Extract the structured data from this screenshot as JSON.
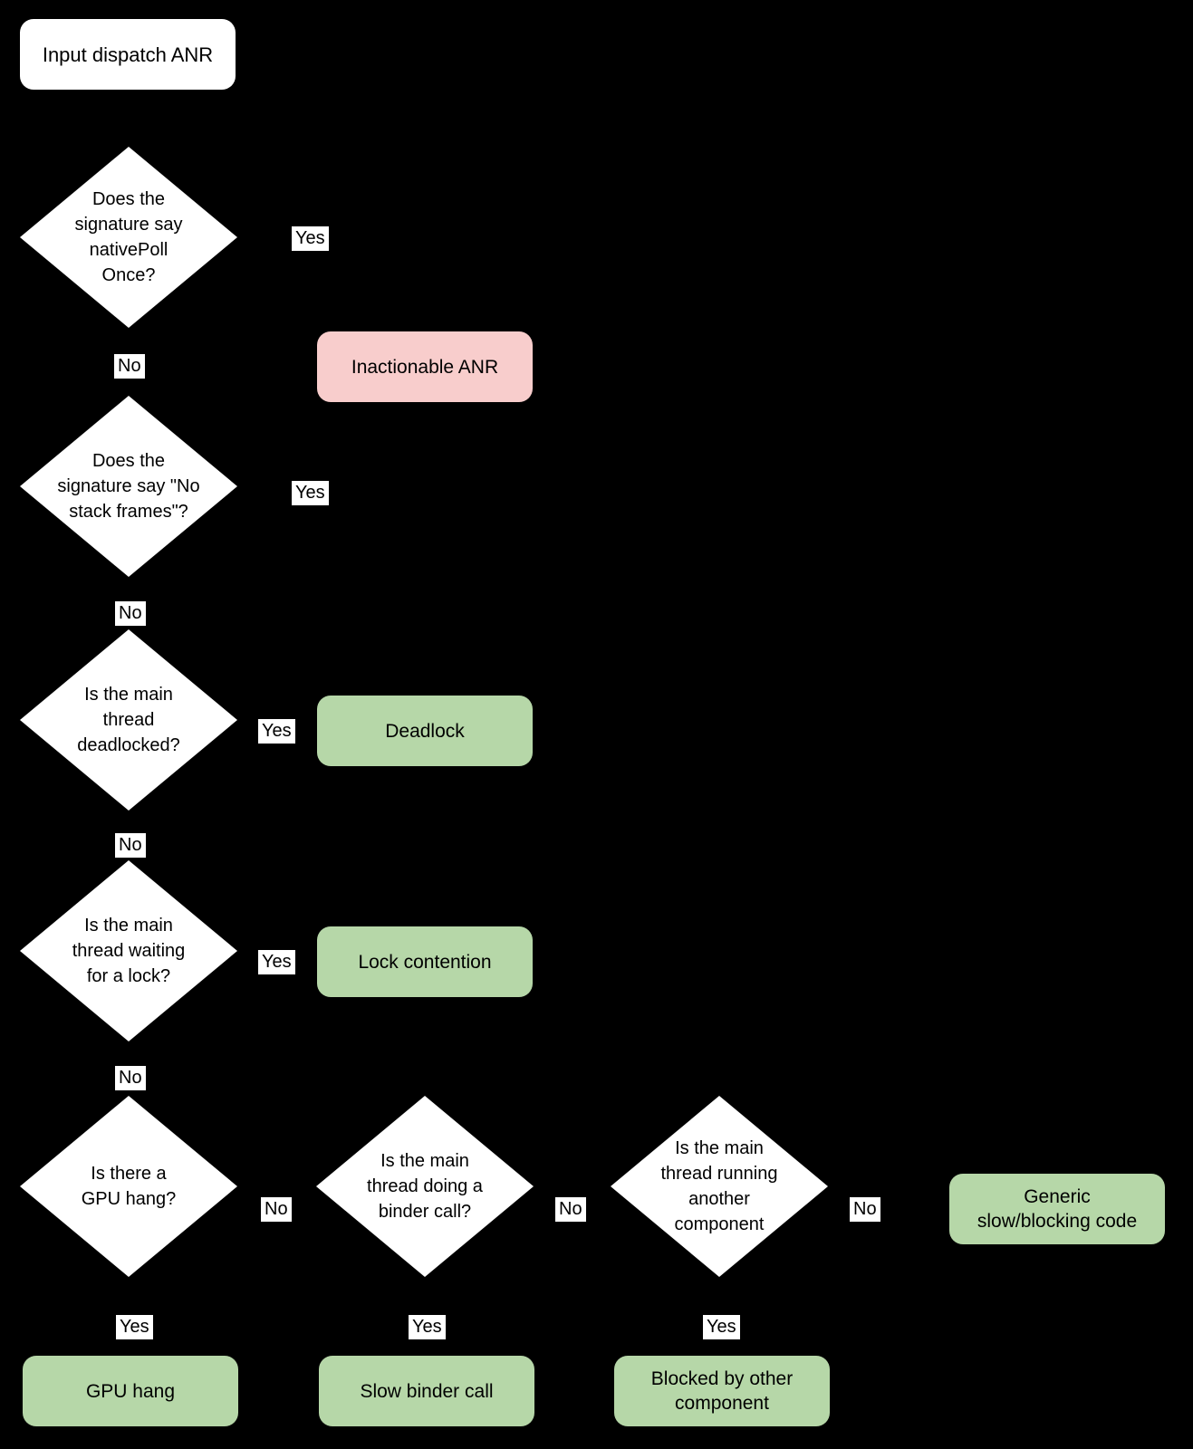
{
  "colors": {
    "background": "#000000",
    "node_fill": "#ffffff",
    "edge_label_fill": "#ffffff",
    "outcome_green": "#b6d7a8",
    "outcome_pink": "#f8cdcc",
    "text": "#000000"
  },
  "start": {
    "label": "Input dispatch ANR"
  },
  "decisions": [
    {
      "label": "Does the\nsignature say\nnativePoll\nOnce?"
    },
    {
      "label": "Does the\nsignature say \"No\nstack frames\"?"
    },
    {
      "label": "Is the main\nthread\ndeadlocked?"
    },
    {
      "label": "Is the main\nthread waiting\nfor a lock?"
    },
    {
      "label": "Is there a\nGPU hang?"
    },
    {
      "label": "Is the main\nthread doing a\nbinder call?"
    },
    {
      "label": "Is the main\nthread running\nanother\ncomponent"
    }
  ],
  "outcomes": [
    {
      "label": "Inactionable ANR",
      "fill": "#f8cdcc"
    },
    {
      "label": "Deadlock",
      "fill": "#b6d7a8"
    },
    {
      "label": "Lock contention",
      "fill": "#b6d7a8"
    },
    {
      "label": "Generic\nslow/blocking code",
      "fill": "#b6d7a8"
    },
    {
      "label": "GPU hang",
      "fill": "#b6d7a8"
    },
    {
      "label": "Slow binder call",
      "fill": "#b6d7a8"
    },
    {
      "label": "Blocked by other\ncomponent",
      "fill": "#b6d7a8"
    }
  ],
  "edge_labels": [
    {
      "text": "Yes"
    },
    {
      "text": "No"
    },
    {
      "text": "Yes"
    },
    {
      "text": "No"
    },
    {
      "text": "Yes"
    },
    {
      "text": "No"
    },
    {
      "text": "Yes"
    },
    {
      "text": "No"
    },
    {
      "text": "No"
    },
    {
      "text": "Yes"
    },
    {
      "text": "No"
    },
    {
      "text": "Yes"
    },
    {
      "text": "No"
    },
    {
      "text": "Yes"
    }
  ]
}
